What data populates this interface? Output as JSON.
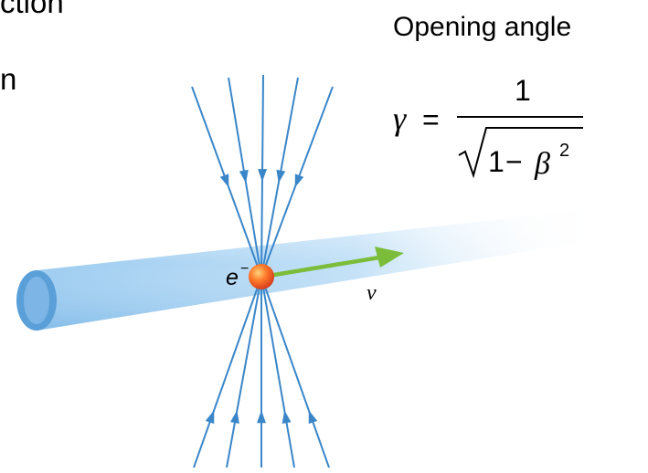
{
  "text_fragments": [
    "ction",
    "n"
  ],
  "title": "Opening angle",
  "formula": {
    "lhs": "γ",
    "equals": "=",
    "numerator": "1",
    "radicand_one": "1",
    "minus": "−",
    "beta": "β",
    "exponent": "2"
  },
  "particle_label": "e",
  "particle_charge": "−",
  "velocity_label": "v",
  "colors": {
    "field_lines": "#3a86c8",
    "particle": "#ff6a2a",
    "velocity_arrow": "#7bbd3a",
    "tube": "#a9d2f2"
  }
}
